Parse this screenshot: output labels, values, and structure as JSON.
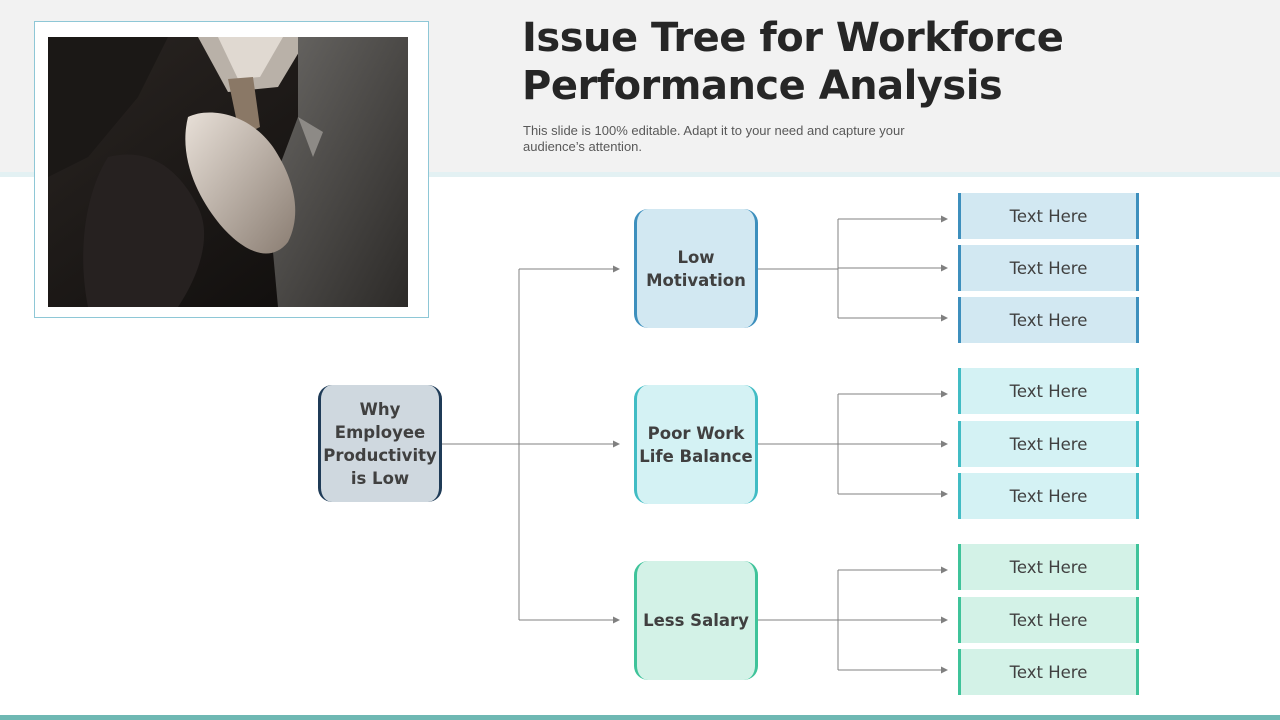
{
  "slide": {
    "title": "Issue Tree for Workforce Performance Analysis",
    "subtitle": "This slide is 100% editable. Adapt it to your need and capture your audience’s attention."
  },
  "tree": {
    "root": {
      "label": "Why Employee Productivity is Low",
      "color": "#1f3b57"
    },
    "branches": [
      {
        "label": "Low Motivation",
        "color": "#3d8fbd",
        "children": [
          "Text Here",
          "Text Here",
          "Text Here"
        ]
      },
      {
        "label": "Poor Work Life Balance",
        "color": "#41bcc4",
        "children": [
          "Text Here",
          "Text Here",
          "Text Here"
        ]
      },
      {
        "label": "Less Salary",
        "color": "#3fc39a",
        "children": [
          "Text Here",
          "Text Here",
          "Text Here"
        ]
      }
    ]
  },
  "colors": {
    "header_band": "#f2f2f2",
    "footer_rule": "#6fb8b3",
    "connector": "#808080"
  }
}
